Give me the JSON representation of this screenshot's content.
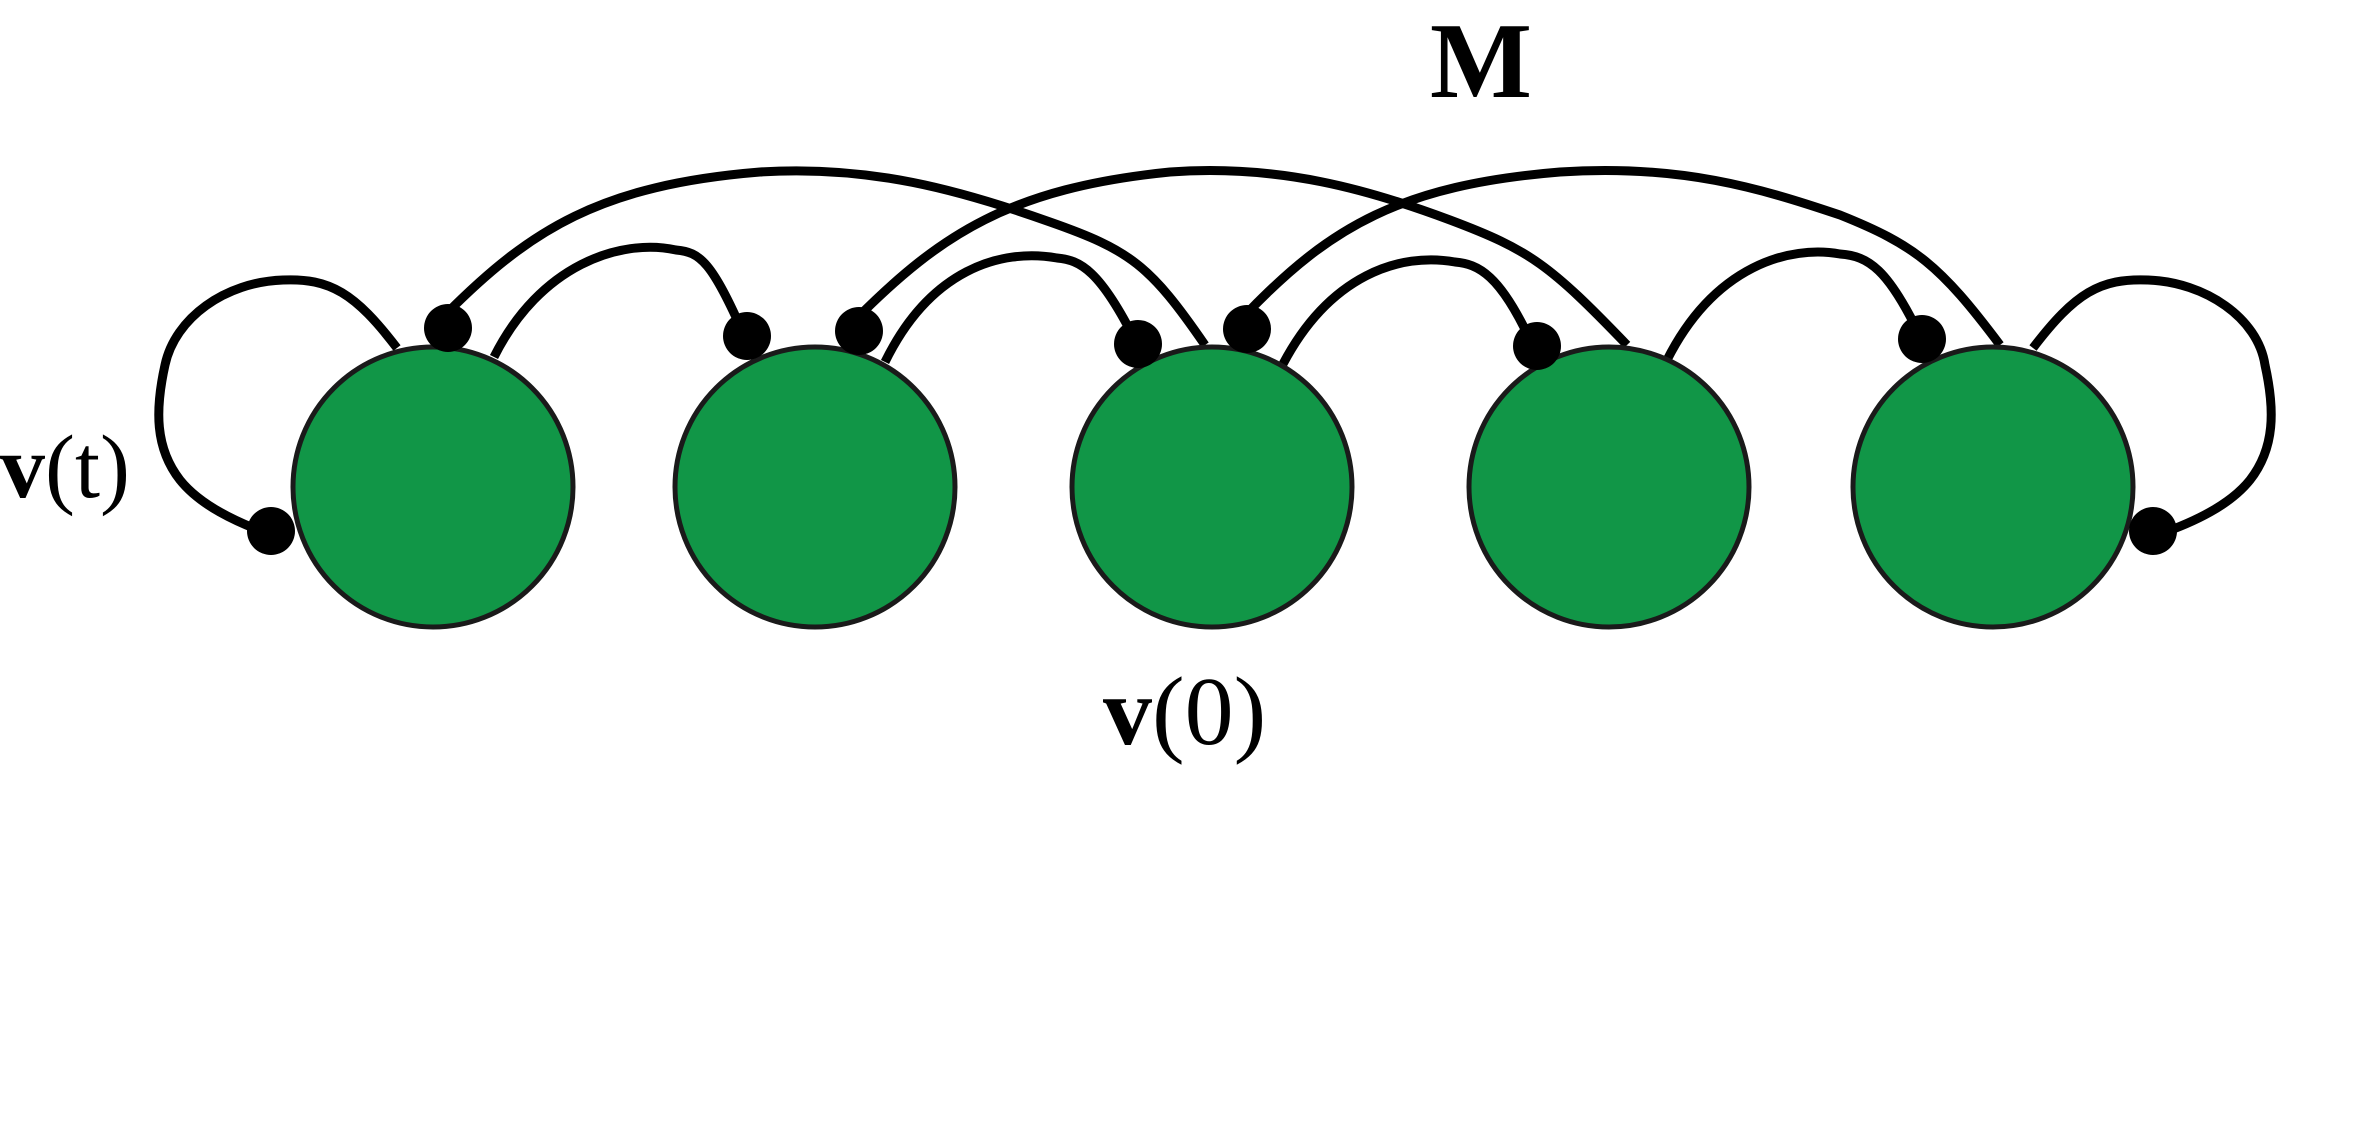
{
  "labels": {
    "matrix": "M",
    "v_t_prefix": "v",
    "v_t_suffix": "(t)",
    "v_0_prefix": "v",
    "v_0_suffix": "(0)"
  },
  "colors": {
    "node_fill": "#119647",
    "node_stroke": "#1a1a1a",
    "edge": "#000000"
  },
  "nodes": [
    "node-1",
    "node-2",
    "node-3",
    "node-4",
    "node-5"
  ]
}
